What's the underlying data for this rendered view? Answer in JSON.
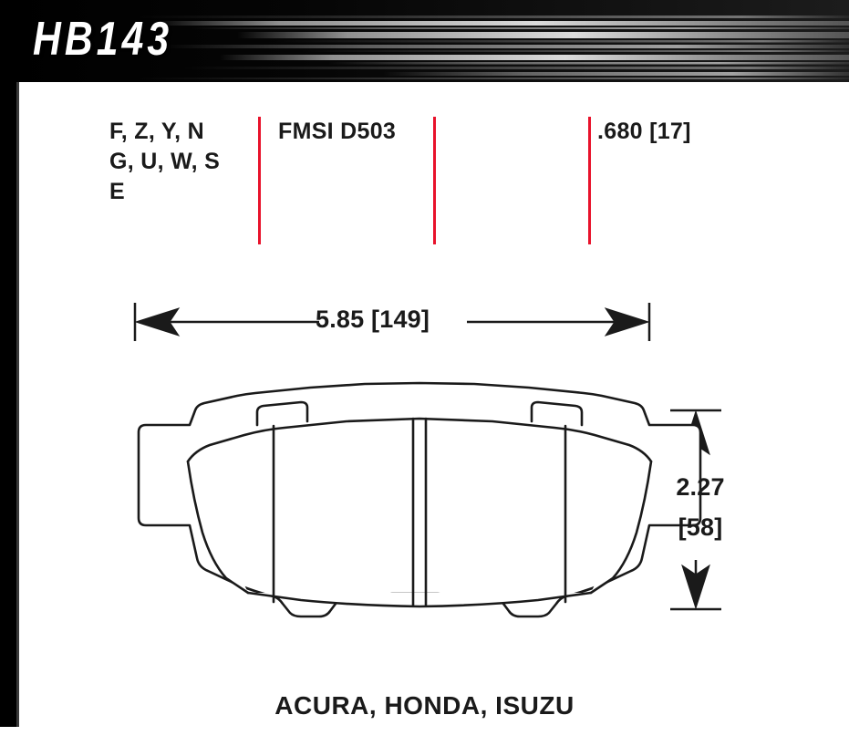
{
  "header": {
    "part_number": "HB143"
  },
  "specs": {
    "compounds": "F, Z, Y, N\nG, U, W, S\nE",
    "fmsi": "FMSI D503",
    "thickness": ".680 [17]"
  },
  "dimensions": {
    "width": "5.85 [149]",
    "height": "2.27\n[58]"
  },
  "footer": {
    "applications": "ACURA, HONDA, ISUZU"
  },
  "colors": {
    "divider_red": "#e8122b",
    "banner_black": "#000000",
    "line_black": "#1a1a1a"
  }
}
